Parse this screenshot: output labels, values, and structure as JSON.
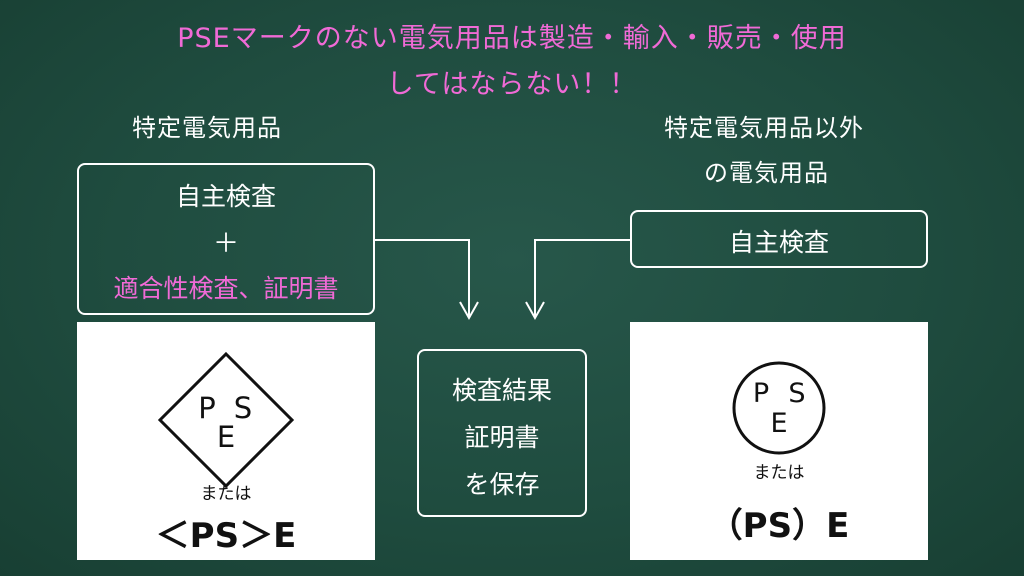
{
  "title": {
    "line1": "PSEマークのない電気用品は製造・輸入・販売・使用",
    "line2": "してはならない！！"
  },
  "left": {
    "heading": "特定電気用品",
    "box_line1": "自主検査",
    "box_plus": "＋",
    "box_line3": "適合性検査、証明書",
    "mark_letters": {
      "top_left": "P",
      "top_right": "S",
      "bottom": "E"
    },
    "or_text": "または",
    "alt_mark": "＜PS＞E"
  },
  "right": {
    "heading_line1": "特定電気用品以外",
    "heading_line2": "の電気用品",
    "box_text": "自主検査",
    "mark_letters": {
      "top_left": "P",
      "top_right": "S",
      "bottom": "E"
    },
    "or_text": "または",
    "alt_mark": "（PS）E"
  },
  "center": {
    "line1": "検査結果",
    "line2": "証明書",
    "line3": "を保存"
  },
  "colors": {
    "board": "#1e4a3c",
    "accent_pink": "#f06ad6",
    "chalk_white": "#ffffff"
  }
}
